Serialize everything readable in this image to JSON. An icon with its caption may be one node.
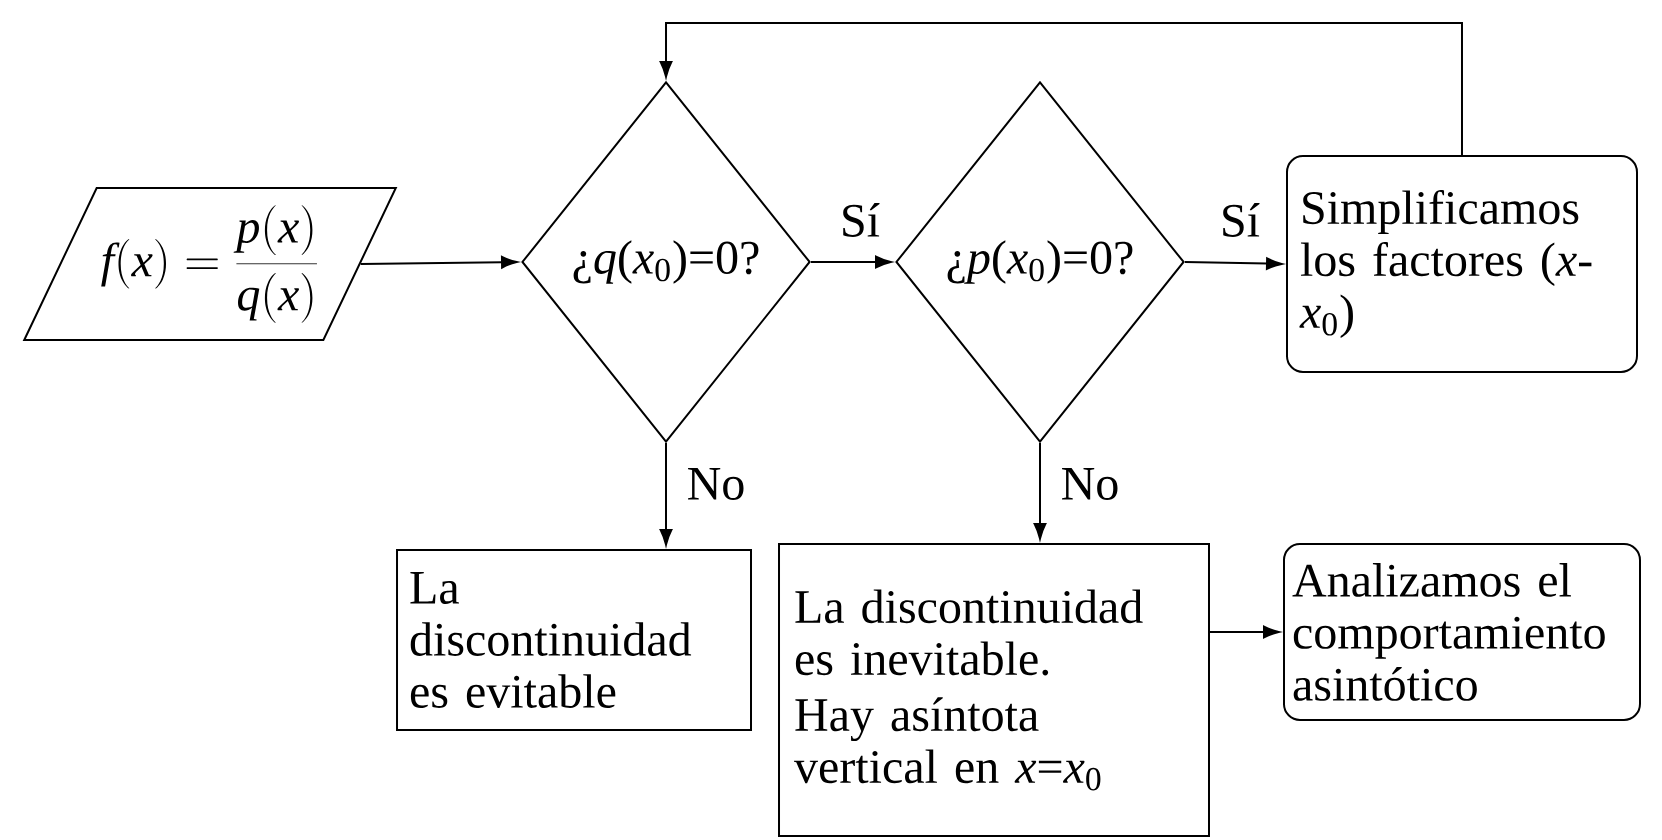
{
  "diagram": {
    "nodes": [
      {
        "text": [
          "f(x)=\\frac{p(x)}{q(x)}"
        ]
      },
      {
        "text": [
          "¿*q*(*x*$_{0}$)=0?"
        ]
      },
      {
        "text": [
          "¿*p*(*x*$_{0}$)=0?"
        ]
      },
      {
        "text": [
          "Simplificamos los factores (*x*-*x*$_{0}$)"
        ]
      },
      {
        "text": [
          "La discontinuidad es evitable"
        ]
      },
      {
        "text": [
          "La discontinuidad es inevitable.",
          "Hay asíntota vertical en *x*=*x*$_{0}$"
        ]
      },
      {
        "text": [
          "Analizamos el comportamiento asintótico"
        ]
      }
    ],
    "edges": [
      {
        "from": 0,
        "to": 1,
        "arrow": "to"
      },
      {
        "from": 1,
        "to": 2,
        "arrow": "to",
        "label": "Sí"
      },
      {
        "from": 2,
        "to": 3,
        "arrow": "to",
        "label": "Sí"
      },
      {
        "from": 3,
        "to": 1,
        "arrow": "to"
      },
      {
        "from": 1,
        "to": 4,
        "arrow": "to",
        "label": "No"
      },
      {
        "from": 2,
        "to": 5,
        "arrow": "to",
        "label": "No"
      },
      {
        "from": 5,
        "to": 6,
        "arrow": "to"
      }
    ]
  }
}
